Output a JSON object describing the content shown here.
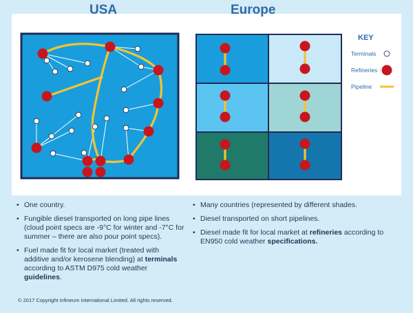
{
  "usa": {
    "title": "USA"
  },
  "europe": {
    "title": "Europe"
  },
  "key": {
    "title": "KEY",
    "terminals": "Terminals",
    "refineries": "Refineries",
    "pipeline": "Pipeline"
  },
  "colors": {
    "background": "#d4ecf8",
    "map_blue": "#1a9ddc",
    "pipeline": "#f5c430",
    "refinery": "#c8161e",
    "terminal": "#ffffff",
    "heading": "#2f6aa6",
    "europe_cells": [
      "#1a9ddc",
      "#c9e9f9",
      "#5bc4f0",
      "#9fd5d5",
      "#1f7a6a",
      "#1575ad"
    ]
  },
  "usa_bullets": [
    {
      "parts": [
        {
          "t": "One country.",
          "b": false
        }
      ]
    },
    {
      "parts": [
        {
          "t": "Fungible diesel transported on long pipe lines (cloud point specs are -9°C for winter and -7°C for summer – there are also pour point specs).",
          "b": false
        }
      ]
    },
    {
      "parts": [
        {
          "t": "Fuel made fit for local market (treated with additive and/or kerosene blending) at ",
          "b": false
        },
        {
          "t": "terminals",
          "b": true
        },
        {
          "t": " according to ASTM D975 cold weather ",
          "b": false
        },
        {
          "t": "guidelines",
          "b": true
        },
        {
          "t": ".",
          "b": false
        }
      ]
    }
  ],
  "europe_bullets": [
    {
      "parts": [
        {
          "t": "Many countries (represented by different shades.",
          "b": false
        }
      ]
    },
    {
      "parts": [
        {
          "t": "Diesel transported on short pipelines.",
          "b": false
        }
      ]
    },
    {
      "parts": [
        {
          "t": "Diesel made fit for local market at ",
          "b": false
        },
        {
          "t": "refineries",
          "b": true
        },
        {
          "t": " according to EN950 cold weather ",
          "b": false
        },
        {
          "t": "specifications.",
          "b": true
        }
      ]
    }
  ],
  "copyright": "© 2017 Copyright Infineum International Limited. All rights reserved."
}
